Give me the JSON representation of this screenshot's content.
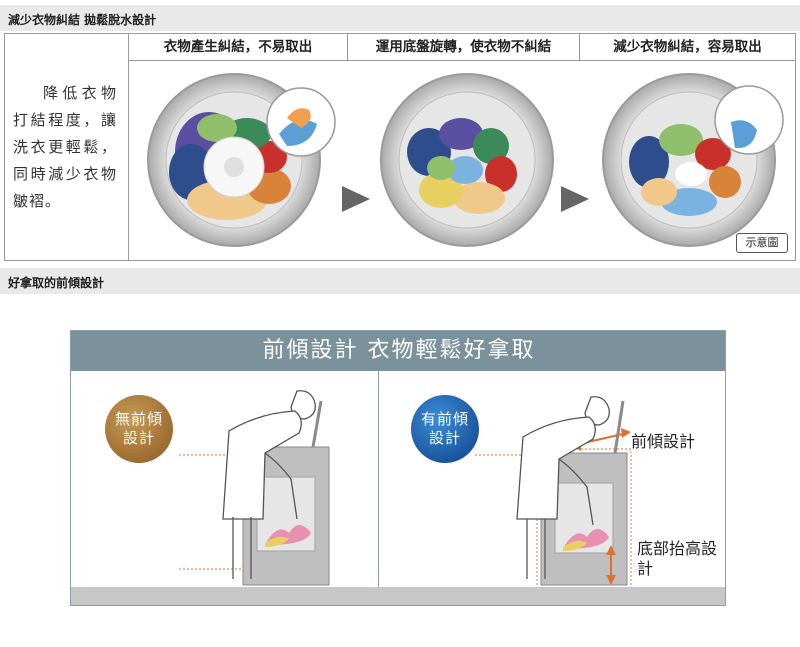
{
  "section1": {
    "header": "減少衣物糾結 拋鬆脫水設計",
    "description": "降低衣物打結程度，讓洗衣更輕鬆，同時減少衣物皺褶。",
    "captions": [
      "衣物產生糾結，不易取出",
      "運用底盤旋轉，使衣物不糾結",
      "減少衣物糾結，容易取出"
    ],
    "sample_label": "示意圖"
  },
  "section2": {
    "header": "好拿取的前傾設計",
    "title": "前傾設計 衣物輕鬆好拿取",
    "badge_no": [
      "無前傾",
      "設計"
    ],
    "badge_yes": [
      "有前傾",
      "設計"
    ],
    "annotation_tilt": "前傾設計",
    "annotation_raise": "底部抬高設計"
  },
  "colors": {
    "header_bg": "#e9e9e9",
    "title_bar": "#7b929c",
    "badge_no": "#a5743a",
    "badge_yes": "#1f5fb0",
    "arrow": "#e07030"
  }
}
